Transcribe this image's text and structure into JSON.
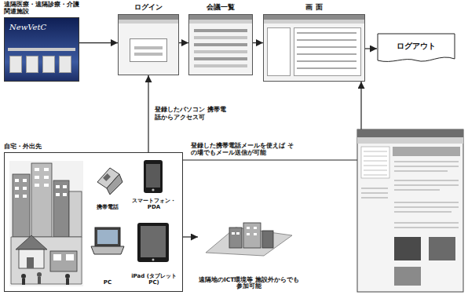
{
  "diagram": {
    "nodes": [
      {
        "text": [
          "遠隔医療・遠隔診療・介護関連施設",
          "NewVetC"
        ]
      },
      {
        "text": [
          "ログイン"
        ]
      },
      {
        "text": [
          "会議一覧"
        ]
      },
      {
        "text": [
          "画 面"
        ]
      },
      {
        "text": [
          "ログアウト"
        ]
      },
      {
        "text": [
          "自宅・外出先"
        ]
      },
      {
        "text": [
          "携帯電話"
        ],
        "in": 5
      },
      {
        "text": [
          "スマートフォン・PDA"
        ],
        "in": 5
      },
      {
        "text": [
          "PC"
        ],
        "in": 5
      },
      {
        "text": [
          "iPad (タブレットPC)"
        ],
        "in": 5
      },
      {
        "text": [
          "遠隔地のICT環境等 施設外からでも参加可能"
        ]
      }
    ],
    "edges": [
      {
        "from": 0,
        "to": 1,
        "arrow": "to"
      },
      {
        "from": 1,
        "to": 2,
        "arrow": "to"
      },
      {
        "from": 2,
        "to": 3,
        "arrow": "to"
      },
      {
        "from": 3,
        "to": 4,
        "arrow": "to"
      },
      {
        "from": 5,
        "to": 1,
        "arrow": "to",
        "label": "登録したパソコン 携帯電話からアクセス可"
      },
      {
        "from": 5,
        "to": 3,
        "arrow": "to",
        "label": "登録した携帯電話メールを使えば その場でもメール送信が可能"
      },
      {
        "from": 5,
        "to": 10,
        "arrow": "to"
      }
    ]
  }
}
